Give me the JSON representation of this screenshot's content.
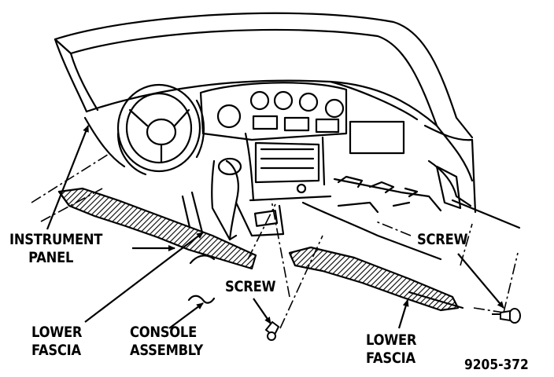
{
  "labels": {
    "instrument_panel": [
      "INSTRUMENT",
      "PANEL"
    ],
    "lower_fascia_left": [
      "LOWER",
      "FASCIA"
    ],
    "console_assembly": [
      "CONSOLE",
      "ASSEMBLY"
    ],
    "screw_center": "SCREW",
    "screw_right": "SCREW",
    "lower_fascia_right": [
      "LOWER",
      "FASCIA"
    ]
  },
  "figure_number": "9205-372"
}
